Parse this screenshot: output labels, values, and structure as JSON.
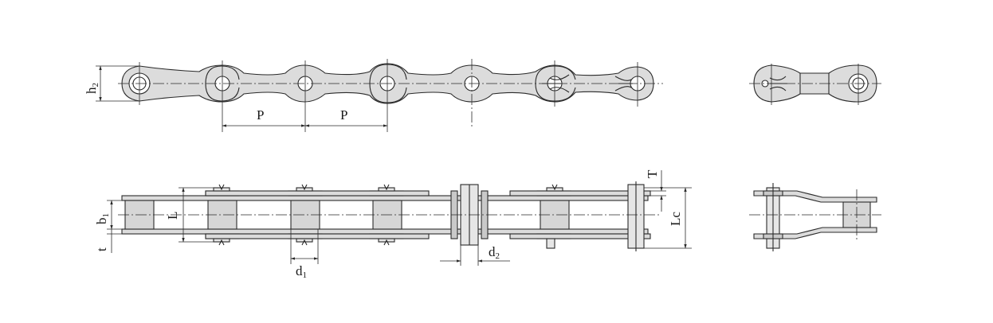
{
  "labels": {
    "h": "h",
    "h_sub": "2",
    "p1": "P",
    "p2": "P",
    "b": "b",
    "b_sub": "1",
    "l": "L",
    "t": "t",
    "d1": "d",
    "d1_sub": "1",
    "d2": "d",
    "d2_sub": "2",
    "T": "T",
    "lc": "Lc"
  }
}
